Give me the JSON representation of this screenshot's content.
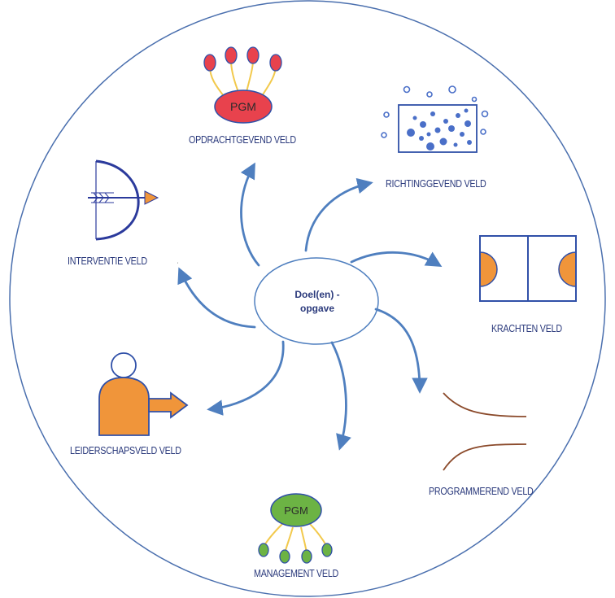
{
  "center": {
    "line1": "Doel(en) -",
    "line2": "opgave"
  },
  "fields": {
    "opdrachtgevend": {
      "label": "OPDRACHTGEVEND VELD",
      "badge": "PGM"
    },
    "richtinggevend": {
      "label": "RICHTINGGEVEND VELD"
    },
    "krachten": {
      "label": "KRACHTEN VELD"
    },
    "programmerend": {
      "label": "PROGRAMMEREND VELD"
    },
    "management": {
      "label": "MANAGEMENT VELD",
      "badge": "PGM"
    },
    "leiderschap": {
      "label": "LEIDERSCHAPSVELD VELD"
    },
    "interventie": {
      "label": "INTERVENTIE VELD"
    }
  },
  "colors": {
    "outline": "#4a6fae",
    "arrow": "#4f7fbf",
    "red": "#e8424d",
    "green": "#6cb344",
    "orange": "#f0953a",
    "yellow": "#f2c94c",
    "blue_dot": "#4a6fc8",
    "brown": "#8b4a2b",
    "navy": "#2b3a9c"
  }
}
